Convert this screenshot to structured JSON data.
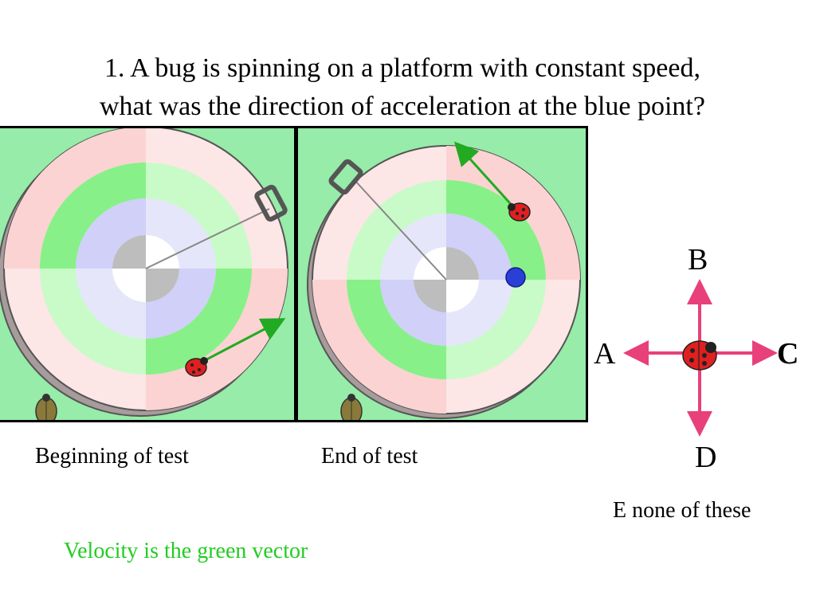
{
  "question": {
    "line1": "1. A bug is spinning on a platform with constant speed,",
    "line2": "what was the direction of acceleration at the blue point?"
  },
  "panels": {
    "left_caption": "Beginning of test",
    "right_caption": "End of test"
  },
  "choices": {
    "a": "A",
    "b": "B",
    "c": "C",
    "d": "D",
    "e": "E none of these"
  },
  "note": "Velocity is the green vector",
  "colors": {
    "velocity": "#22aa22",
    "arrows": "#e8407a",
    "blue_point": "#2a3fd6",
    "panel_bg": "#96eca8"
  }
}
